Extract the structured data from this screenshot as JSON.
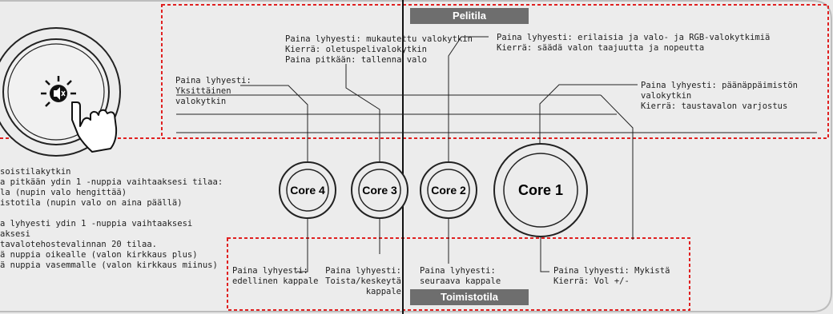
{
  "sections": {
    "game_mode": "Pelitila",
    "office_mode": "Toimistotila"
  },
  "knobs": [
    {
      "id": "core4",
      "label": "Core 4"
    },
    {
      "id": "core3",
      "label": "Core 3"
    },
    {
      "id": "core2",
      "label": "Core 2"
    },
    {
      "id": "core1",
      "label": "Core 1"
    }
  ],
  "left_panel": {
    "lines": [
      "soistilakytkin",
      "a pitkään ydin 1 -nuppia vaihtaaksesi tilaa:",
      "la (nupin valo hengittää)",
      "istotila (nupin valo on aina päällä)",
      "",
      "a lyhyesti ydin 1 -nuppia vaihtaaksesi",
      "aksesi",
      "tavalotehostevalinnan 20 tilaa.",
      "ä nuppia oikealle (valon kirkkaus plus)",
      "ä nuppia vasemmalle (valon kirkkaus miinus)"
    ]
  },
  "game_labels": {
    "core4": [
      "Paina lyhyesti:",
      "Yksittäinen",
      "valokytkin"
    ],
    "core3": [
      "Paina lyhyesti: mukautettu valokytkin",
      "Kierrä: oletuspelivalokytkin",
      "Paina pitkään: tallenna valo"
    ],
    "core2": [
      "Paina lyhyesti: erilaisia ja valo- ja RGB-valokytkimiä",
      "Kierrä: säädä valon taajuutta ja nopeutta"
    ],
    "core1": [
      "Paina lyhyesti: päänäppäimistön",
      "valokytkin",
      "Kierrä: taustavalon varjostus"
    ]
  },
  "office_labels": {
    "core4": [
      "Paina lyhyesti:",
      "edellinen kappale"
    ],
    "core3": [
      "Paina lyhyesti:",
      "Toista/keskeytä",
      "kappale"
    ],
    "core2": [
      "Paina lyhyesti:",
      "seuraava kappale"
    ],
    "core1": [
      "Paina lyhyesti: Mykistä",
      "Kierrä: Vol +/-"
    ]
  },
  "colors": {
    "background": "#e9e9e9",
    "dashed_border": "#e02020",
    "header_fill": "#6e6e6e",
    "line": "#222222"
  },
  "icons": [
    "mute-light-icon",
    "pointing-hand-icon"
  ]
}
